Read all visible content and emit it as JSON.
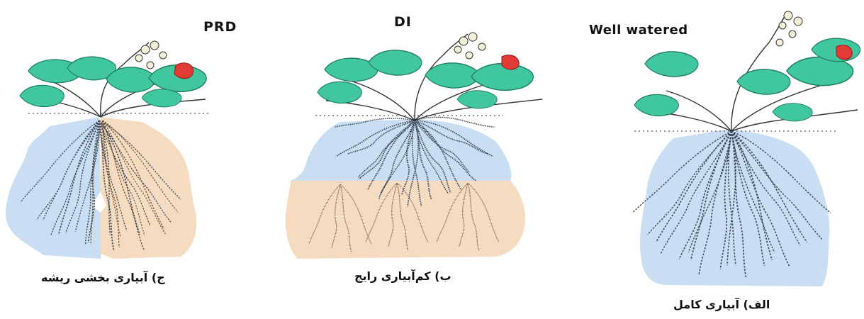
{
  "panels": [
    {
      "title": "PRD",
      "caption": "ج) آبیاری بخشی ریشه"
    },
    {
      "title": "DI",
      "caption": "ب) کم‌آبیاری رایج"
    },
    {
      "title": "Well watered",
      "caption": "الف) آبیاری کامل"
    }
  ],
  "colors": {
    "wet_soil": "#c9def2",
    "dry_soil": "#f5dcc1",
    "leaf": "#41c7a0",
    "leaf_edge": "#1f7f63",
    "root": "#3c4a5c",
    "fruit": "#e23b35",
    "flower": "#f3f0d8"
  },
  "icons": [
    "strawberry-plant-icon",
    "root-system-icon",
    "strawberry-fruit-icon",
    "flower-icon"
  ]
}
